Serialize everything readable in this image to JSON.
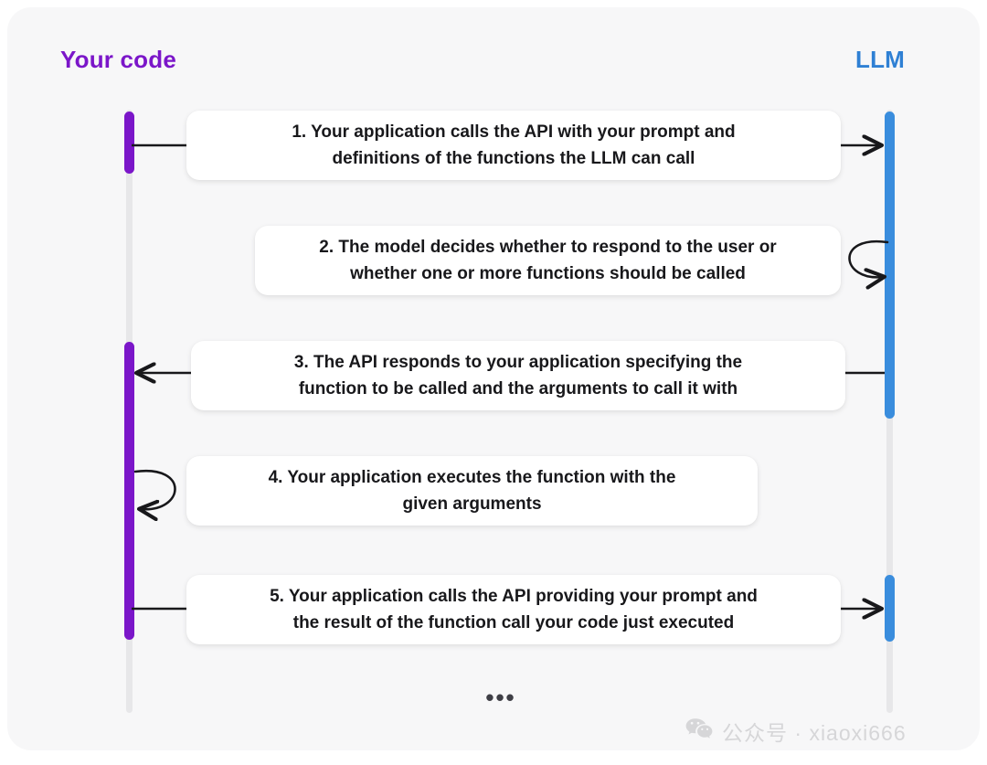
{
  "diagram": {
    "type": "sequence-diagram",
    "title_left": "Your code",
    "title_right": "LLM",
    "colors": {
      "left_actor": "#7b16c9",
      "right_actor": "#2f80d4",
      "left_activation": "#7b16c9",
      "right_activation": "#3a8ddd",
      "lifeline": "#e7e7e9",
      "canvas": "#f7f7f8",
      "box": "#ffffff",
      "arrow": "#18181b",
      "text": "#18181b",
      "watermark": "#d6d6d8"
    },
    "steps": [
      {
        "number": "1",
        "text": "1. Your application calls the API with your prompt and\ndefinitions of the functions the LLM can call",
        "direction": "left-to-right",
        "from": "Your code",
        "to": "LLM"
      },
      {
        "number": "2",
        "text": "2. The model decides whether to respond to the user or\nwhether one or more functions should be called",
        "direction": "self-loop",
        "from": "LLM",
        "to": "LLM"
      },
      {
        "number": "3",
        "text": "3. The API responds to your application specifying the\nfunction to be called and the arguments to call it with",
        "direction": "right-to-left",
        "from": "LLM",
        "to": "Your code"
      },
      {
        "number": "4",
        "text": "4. Your application executes the function with the\ngiven  arguments",
        "direction": "self-loop",
        "from": "Your code",
        "to": "Your code"
      },
      {
        "number": "5",
        "text": "5. Your application calls the API providing your prompt and\nthe result of the function call your code just executed",
        "direction": "left-to-right",
        "from": "Your code",
        "to": "LLM"
      }
    ],
    "continuation": "•••",
    "watermark": {
      "icon": "wechat-icon",
      "text": "公众号 · xiaoxi666"
    }
  }
}
